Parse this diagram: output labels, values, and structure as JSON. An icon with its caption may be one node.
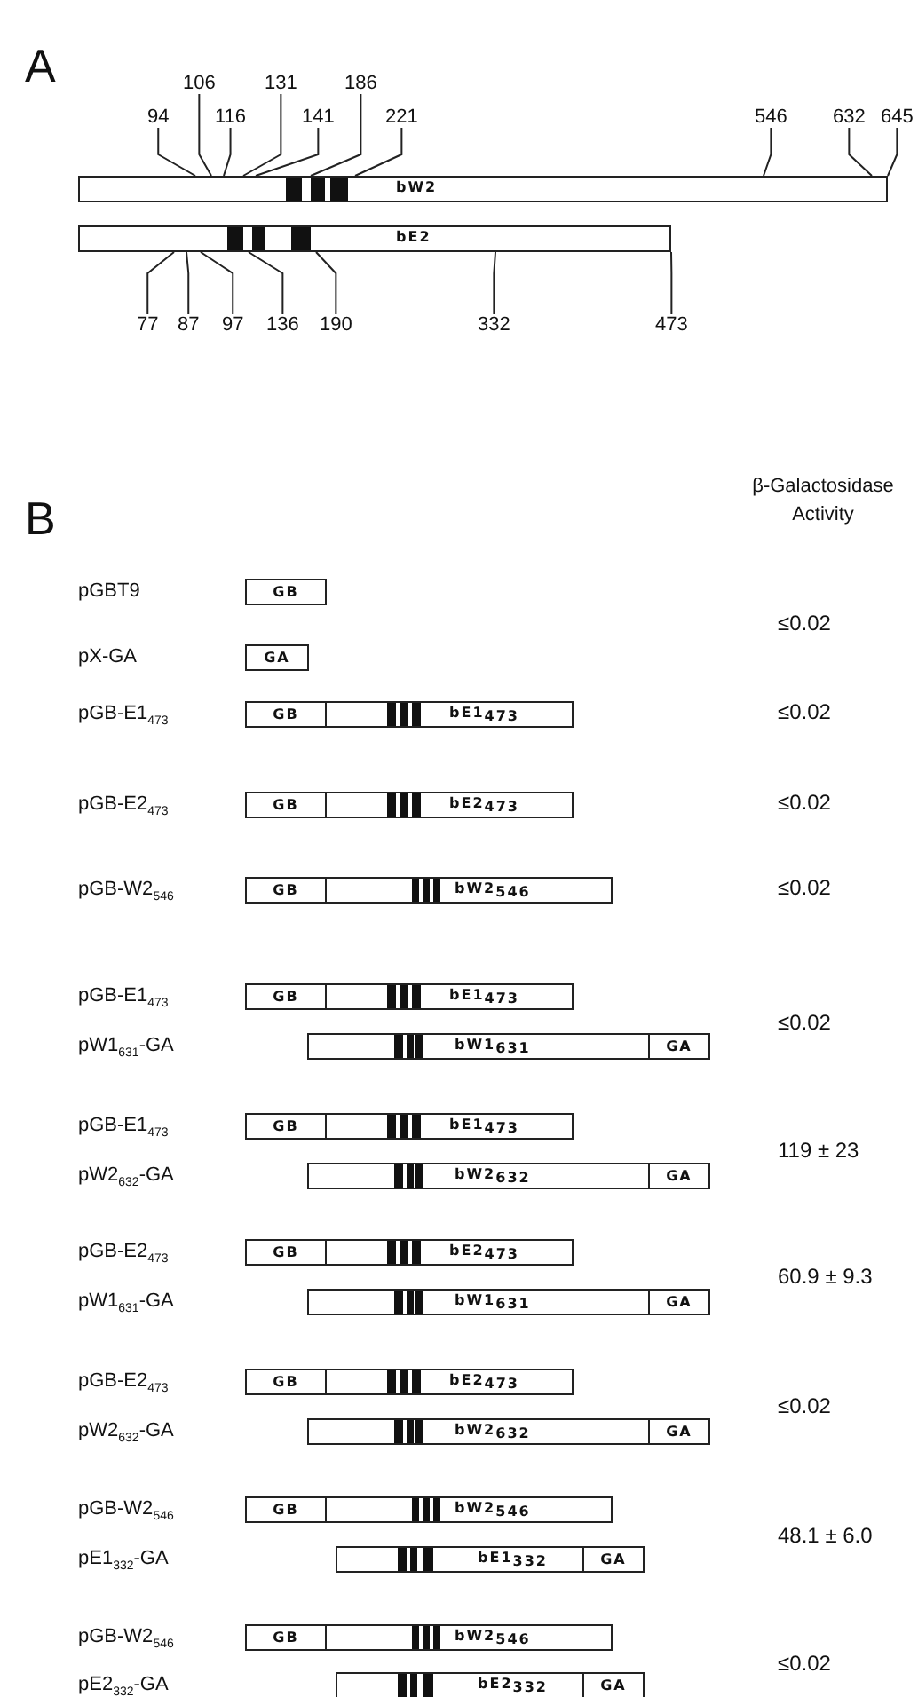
{
  "diagram": {
    "nodes": [
      {
        "text": [
          "106"
        ]
      },
      {
        "text": [
          "131"
        ]
      },
      {
        "text": [
          "186"
        ]
      },
      {
        "text": [
          "94"
        ]
      },
      {
        "text": [
          "116"
        ]
      },
      {
        "text": [
          "141"
        ]
      },
      {
        "text": [
          "221"
        ]
      },
      {
        "text": [
          "546"
        ]
      },
      {
        "text": [
          "632"
        ]
      },
      {
        "text": [
          "645"
        ]
      },
      {
        "text": [
          "bW2"
        ]
      },
      {
        "text": [
          "bE2"
        ]
      },
      {
        "text": [
          "77"
        ]
      },
      {
        "text": [
          "87"
        ]
      },
      {
        "text": [
          "97"
        ]
      },
      {
        "text": [
          "136"
        ]
      },
      {
        "text": [
          "190"
        ]
      },
      {
        "text": [
          "332"
        ]
      },
      {
        "text": [
          "473"
        ]
      },
      {
        "text": [
          "GB"
        ]
      },
      {
        "text": [
          "GA"
        ]
      },
      {
        "text": [
          "bE1$_{473}$"
        ],
        "beside": [
          "pGB-E1$_{473}$"
        ]
      },
      {
        "text": [
          "GB"
        ],
        "in": 21
      },
      {
        "text": [
          "bE2$_{473}$"
        ],
        "beside": [
          "pGB-E2$_{473}$"
        ]
      },
      {
        "text": [
          "GB"
        ],
        "in": 23
      },
      {
        "text": [
          "bW2$_{546}$"
        ],
        "beside": [
          "pGB-W2$_{546}$"
        ]
      },
      {
        "text": [
          "GB"
        ],
        "in": 25
      },
      {
        "text": [
          "bE1$_{473}$"
        ],
        "beside": [
          "pGB-E1$_{473}$"
        ]
      },
      {
        "text": [
          "GB"
        ],
        "in": 27
      },
      {
        "text": [
          "bW1$_{631}$"
        ]
      },
      {
        "text": [
          "GA"
        ],
        "in": 29
      },
      {
        "text": [
          "bE1$_{473}$"
        ],
        "beside": [
          "pGB-E1$_{473}$"
        ]
      },
      {
        "text": [
          "GB"
        ],
        "in": 31
      },
      {
        "text": [
          "bW2$_{632}$"
        ]
      },
      {
        "text": [
          "GA"
        ],
        "in": 33
      },
      {
        "text": [
          "bE2$_{473}$"
        ],
        "beside": [
          "pGB-E2$_{473}$"
        ]
      },
      {
        "text": [
          "GB"
        ],
        "in": 35
      },
      {
        "text": [
          "bW1$_{631}$"
        ]
      },
      {
        "text": [
          "GA"
        ],
        "in": 37
      },
      {
        "text": [
          "bE2$_{473}$"
        ],
        "beside": [
          "pGB-E2$_{473}$"
        ]
      },
      {
        "text": [
          "GB"
        ],
        "in": 39
      },
      {
        "text": [
          "bW2$_{632}$"
        ]
      },
      {
        "text": [
          "GA"
        ],
        "in": 41
      },
      {
        "text": [
          "bW2$_{546}$"
        ],
        "beside": [
          "pGB-W2$_{546}$"
        ]
      },
      {
        "text": [
          "GB"
        ],
        "in": 43
      },
      {
        "text": [
          "bE1$_{332}$"
        ]
      },
      {
        "text": [
          "GA"
        ],
        "in": 45
      },
      {
        "text": [
          "bW2$_{546}$"
        ],
        "beside": [
          "pGB-W2$_{546}$"
        ]
      },
      {
        "text": [
          "GB"
        ],
        "in": 47
      },
      {
        "text": [
          "bE2$_{332}$"
        ]
      },
      {
        "text": [
          "GA"
        ],
        "in": 49
      }
    ],
    "edges": [
      {
        "from": 0,
        "to": 10,
        "arrow": "none"
      },
      {
        "from": 1,
        "to": 10,
        "arrow": "none"
      },
      {
        "from": 2,
        "to": 10,
        "arrow": "none"
      },
      {
        "from": 3,
        "to": 10,
        "arrow": "none"
      },
      {
        "from": 4,
        "to": 10,
        "arrow": "none"
      },
      {
        "from": 5,
        "to": 10,
        "arrow": "none"
      },
      {
        "from": 6,
        "to": 10,
        "arrow": "none"
      },
      {
        "from": 7,
        "to": 10,
        "arrow": "none"
      },
      {
        "from": 8,
        "to": 10,
        "arrow": "none"
      },
      {
        "from": 9,
        "to": 10,
        "arrow": "none"
      },
      {
        "from": 12,
        "to": 11,
        "arrow": "none"
      },
      {
        "from": 13,
        "to": 11,
        "arrow": "none"
      },
      {
        "from": 14,
        "to": 11,
        "arrow": "none"
      },
      {
        "from": 15,
        "to": 11,
        "arrow": "none"
      },
      {
        "from": 16,
        "to": 11,
        "arrow": "none"
      },
      {
        "from": 17,
        "to": 11,
        "arrow": "none"
      },
      {
        "from": 18,
        "to": 11,
        "arrow": "none"
      }
    ],
    "labels": [
      "A",
      "B",
      "β-Galactosidase Activity",
      "pGBT9",
      "≤0.02",
      "pX-GA",
      "≤0.02",
      "≤0.02",
      "≤0.02",
      "≤0.02",
      "pW1$_{631}$-GA",
      "119 ± 23",
      "pW2$_{632}$-GA",
      "60.9 ± 9.3",
      "pW1$_{631}$-GA",
      "≤0.02",
      "pW2$_{632}$-GA",
      "48.1 ± 6.0",
      "pE1$_{332}$-GA",
      "≤0.02",
      "pE2$_{332}$-GA"
    ]
  }
}
